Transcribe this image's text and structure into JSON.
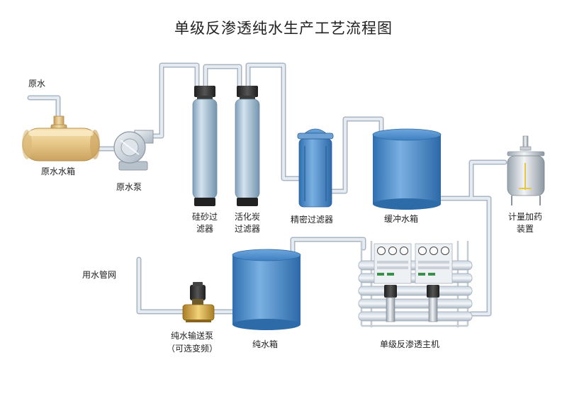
{
  "title": "单级反渗透纯水生产工艺流程图",
  "labels": {
    "raw_water": "原水",
    "raw_tank": "原水水箱",
    "raw_pump": "原水泵",
    "sand_filter_1": "硅砂过",
    "sand_filter_2": "滤器",
    "carbon_filter_1": "活化炭",
    "carbon_filter_2": "过滤器",
    "precision_filter": "精密过滤器",
    "buffer_tank": "缓冲水箱",
    "dosing_1": "计量加药",
    "dosing_2": "装置",
    "water_network": "用水管网",
    "pure_pump_1": "纯水输送泵",
    "pure_pump_2": "（可选变频）",
    "pure_tank": "纯水箱",
    "ro_unit": "单级反渗透主机"
  },
  "colors": {
    "pipe": "#d6dde6",
    "pipe_edge": "#a8b4c2",
    "tank_blue": "#4d8fd0",
    "filter_blue": "#8fb3cf",
    "raw_tank_tan": "#e6c98c",
    "dark_cap": "#2e2e2e"
  }
}
